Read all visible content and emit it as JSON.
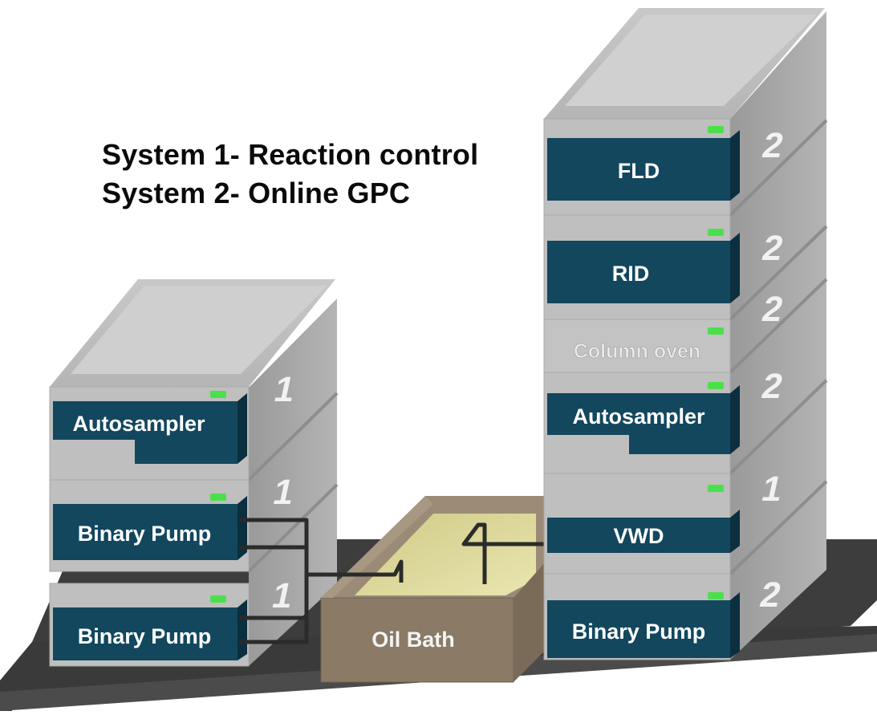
{
  "legend": {
    "system1": "System 1- Reaction control",
    "system2": "System 2- Online GPC"
  },
  "left_stack": {
    "modules": [
      {
        "label": "Autosampler",
        "system": "1",
        "led": "green-led-icon"
      },
      {
        "label": "Binary Pump",
        "system": "1",
        "led": "green-led-icon"
      },
      {
        "label": "Binary Pump",
        "system": "1",
        "led": "green-led-icon"
      }
    ]
  },
  "right_stack": {
    "modules": [
      {
        "label": "FLD",
        "system": "2",
        "led": "green-led-icon"
      },
      {
        "label": "RID",
        "system": "2",
        "led": "green-led-icon"
      },
      {
        "label": "Column oven",
        "system": "2",
        "led": "green-led-icon"
      },
      {
        "label": "Autosampler",
        "system": "2",
        "led": "green-led-icon"
      },
      {
        "label": "VWD",
        "system": "1",
        "led": "green-led-icon"
      },
      {
        "label": "Binary Pump",
        "system": "2",
        "led": "green-led-icon"
      }
    ]
  },
  "bath": {
    "label": "Oil Bath"
  },
  "colors": {
    "module_gray": "#bdbdbd",
    "panel_navy": "#12475e",
    "led_green": "#4be04b",
    "base_dark": "#3d3d3d",
    "bath_brown": "#8a7a66",
    "oil_yellow": "#d9d48a"
  }
}
